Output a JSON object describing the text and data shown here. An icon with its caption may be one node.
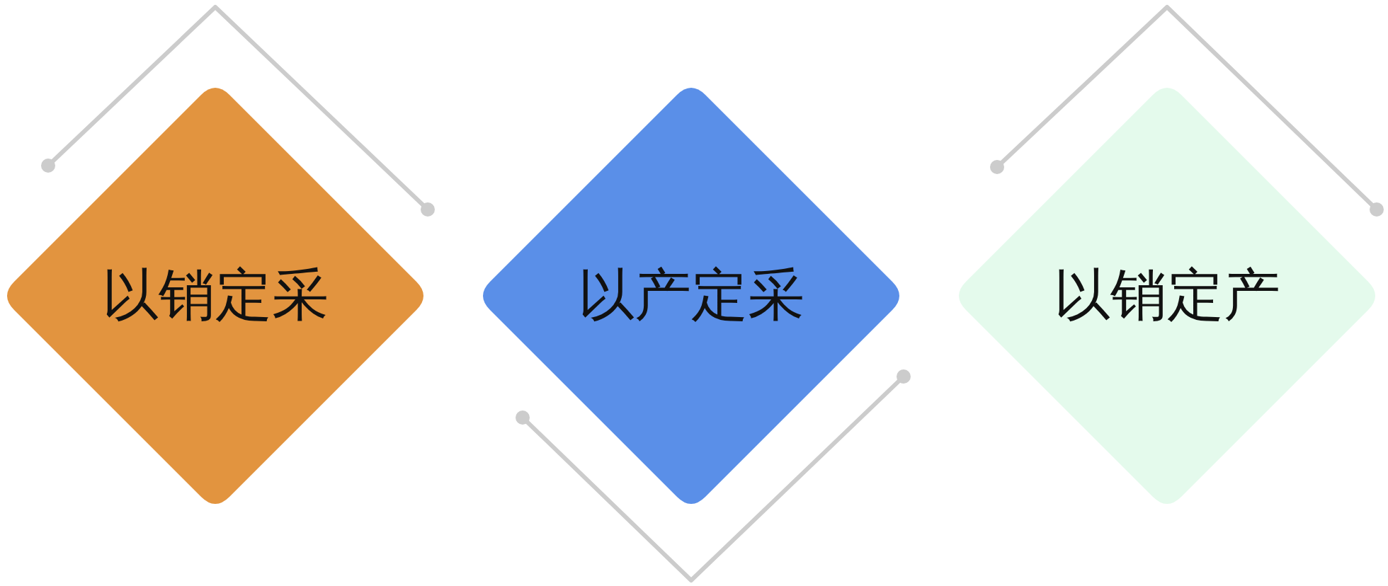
{
  "diagram": {
    "nodes": [
      {
        "text": [
          "以销定采"
        ]
      },
      {
        "text": [
          "以产定采"
        ]
      },
      {
        "text": [
          "以销定产"
        ]
      }
    ]
  }
}
